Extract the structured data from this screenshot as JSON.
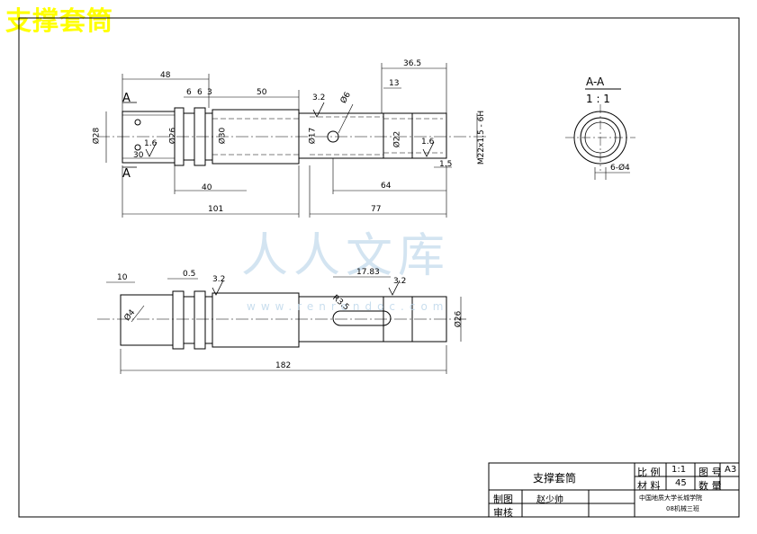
{
  "overlay_title": "支撑套筒",
  "section_label": "A-A",
  "section_scale": "1 : 1",
  "top_view": {
    "dims": {
      "d48": "48",
      "d6a": "6",
      "d6b": "6",
      "d3": "3",
      "d50": "50",
      "d36_5": "36.5",
      "d13": "13",
      "d40": "40",
      "d64": "64",
      "d101": "101",
      "d77": "77",
      "d1_5": "1.5",
      "dia28": "Ø28",
      "dia26": "Ø26",
      "dia30": "Ø30",
      "dia17": "Ø17",
      "dia22": "Ø22",
      "thread": "M22x1.5 - 6H",
      "dia6": "Ø6",
      "d30": "30",
      "ra_3_2": "3.2",
      "ra_1_6a": "1.6",
      "ra_1_6b": "1.6",
      "sec_a_top": "A",
      "sec_a_bottom": "A",
      "holes": "6-Ø4"
    }
  },
  "bottom_view": {
    "dims": {
      "d10": "10",
      "d0_5": "0.5",
      "ra_3_2a": "3.2",
      "ra_3_2b": "3.2",
      "d17_83": "17.83",
      "r3_5": "R3.5",
      "dia4": "Ø4",
      "dia26": "Ø26",
      "d182": "182"
    }
  },
  "title_block": {
    "part_name": "支撑套筒",
    "scale_label": "比  例",
    "scale_value": "1:1",
    "sheet_label": "图  号",
    "sheet_value": "A3",
    "material_label": "材  料",
    "material_value": "45",
    "qty_label": "数  量",
    "drawn_label": "制图",
    "drawn_name": "赵少帅",
    "checked_label": "审核",
    "school": "中国地质大学长城学院",
    "class_name": "08机械三班"
  },
  "watermark": {
    "text": "人人文库",
    "url": "www.renrendoc.com"
  }
}
